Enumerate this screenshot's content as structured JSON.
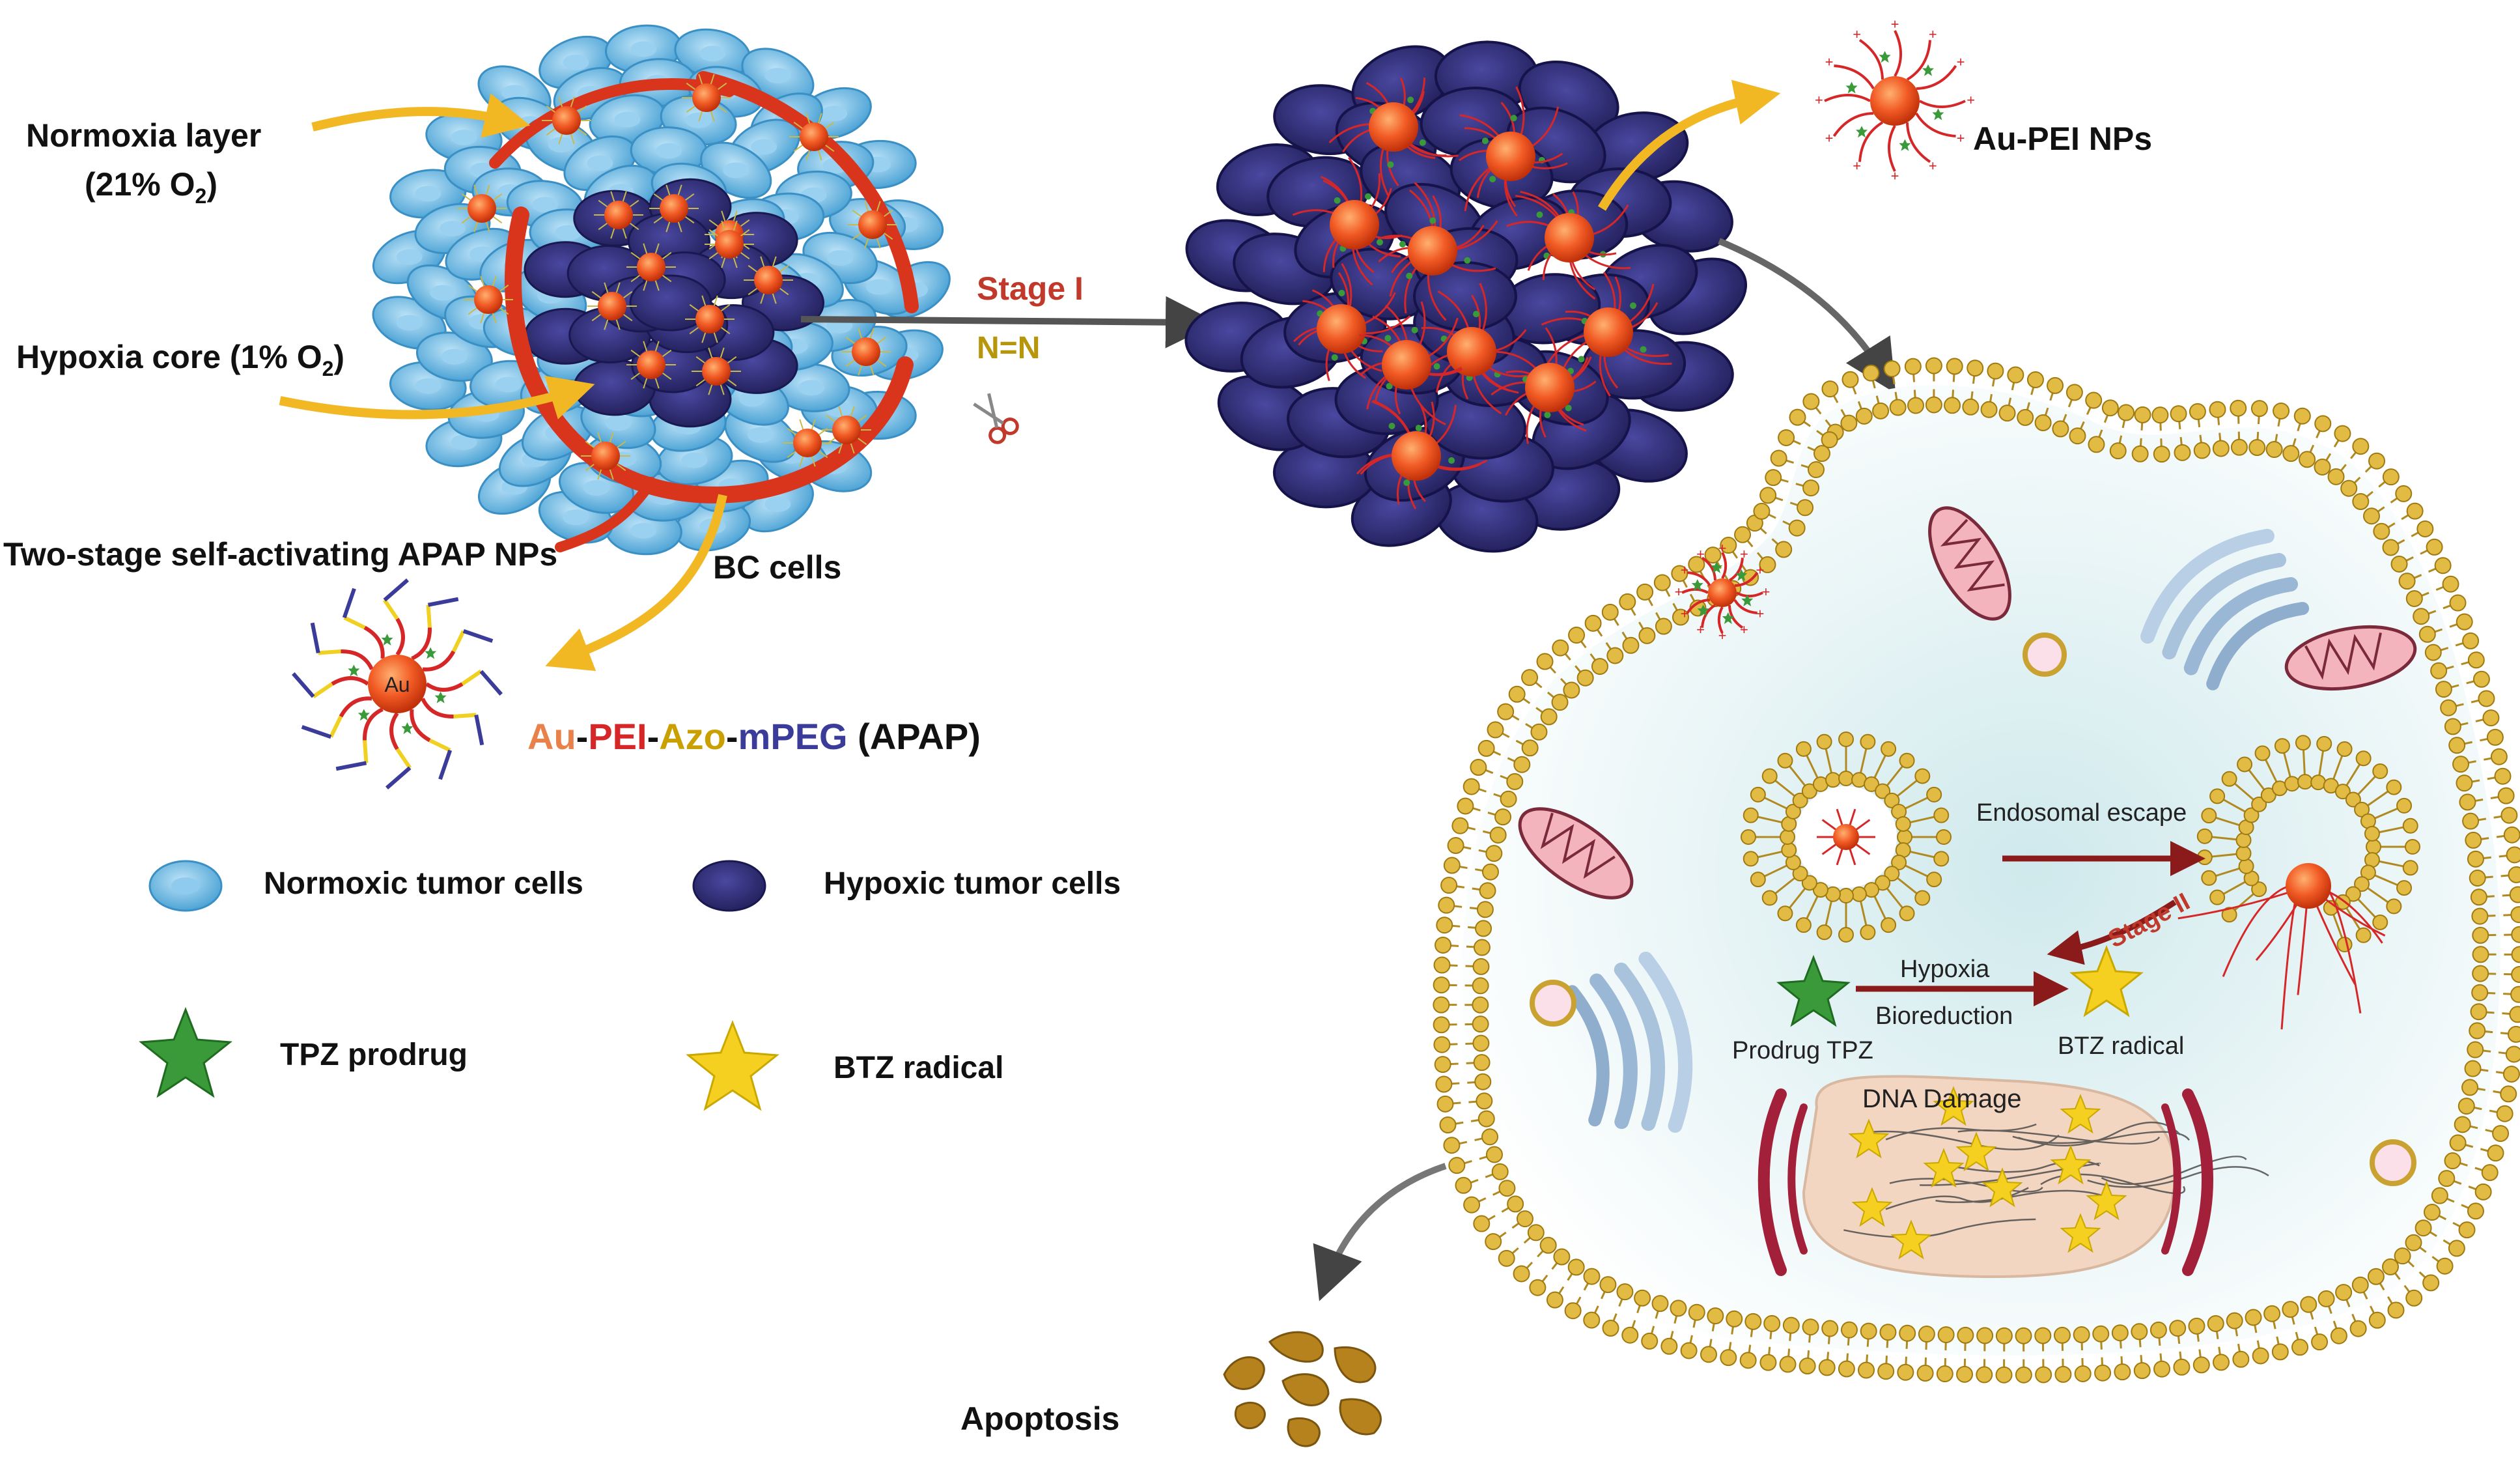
{
  "labels": {
    "normoxia_layer": "Normoxia layer",
    "normoxia_o2": "(21% O",
    "normoxia_o2_sub": "2",
    "normoxia_o2_end": ")",
    "hypoxia_core": "Hypoxia core (1% O",
    "hypoxia_core_sub": "2",
    "hypoxia_core_end": ")",
    "two_stage": "Two-stage self-activating APAP NPs",
    "bc_cells": "BC cells",
    "stage_one": "Stage I",
    "azo_bond": "N=N",
    "au_pei_nps": "Au-PEI NPs",
    "au_core": "Au",
    "formula": {
      "au": "Au",
      "dash1": "-",
      "pei": "PEI",
      "dash2": "-",
      "azo": "Azo",
      "dash3": "-",
      "mpeg": "mPEG",
      "apap": " (APAP)"
    },
    "legend": {
      "normoxic": "Normoxic tumor cells",
      "hypoxic": "Hypoxic tumor cells",
      "tpz": "TPZ prodrug",
      "btz": "BTZ radical"
    },
    "endosomal_escape": "Endosomal escape",
    "stage_two": "Stage II",
    "hypoxia": "Hypoxia",
    "bioreduction": "Bioreduction",
    "prodrug_tpz": "Prodrug TPZ",
    "btz_radical": "BTZ radical",
    "dna_damage": "DNA Damage",
    "apoptosis": "Apoptosis"
  },
  "colors": {
    "normoxic_cell": "#5bb0e0",
    "hypoxic_cell": "#2e2c7a",
    "nanoparticle": "#f15a24",
    "arrow_yellow": "#f2b824",
    "arrow_gray": "#555555",
    "stage_red": "#c0392b",
    "azo_gold": "#b8960c",
    "membrane": "#c9a232",
    "pei_red": "#d62728",
    "mpeg_blue": "#3b3b9a",
    "tpz_green": "#3a9a3a",
    "btz_yellow": "#f5d020"
  }
}
